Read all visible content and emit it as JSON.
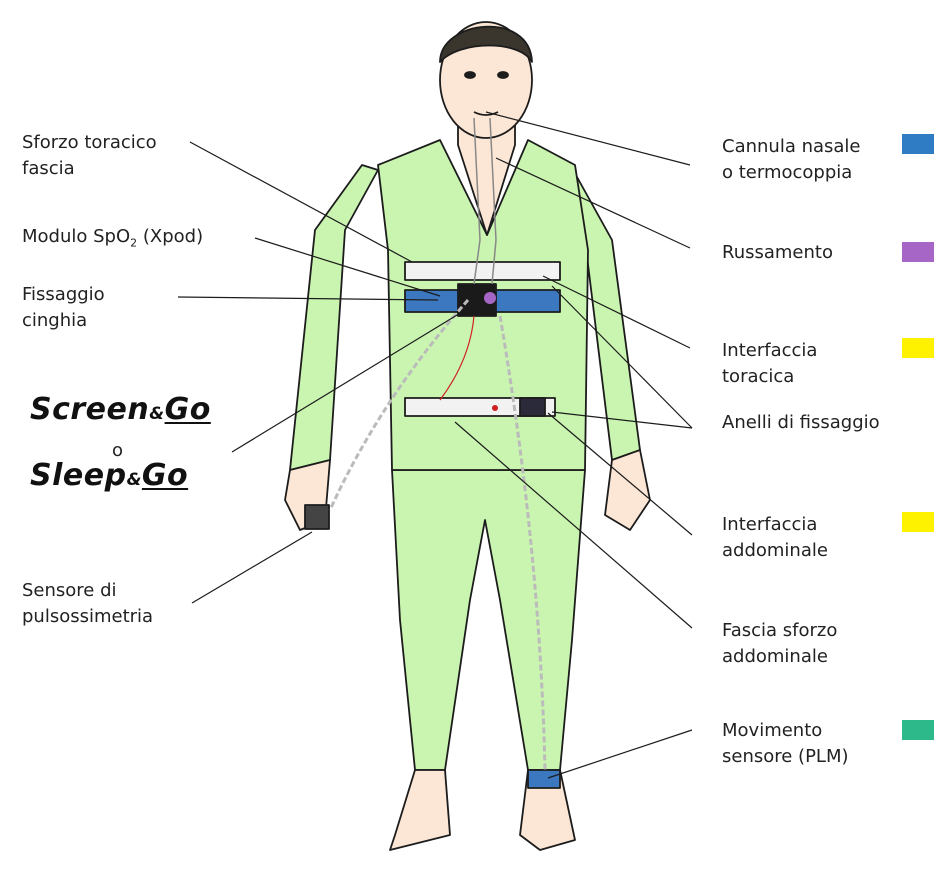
{
  "left_labels": {
    "sforzo_toracico": [
      "Sforzo toracico",
      "fascia"
    ],
    "modulo_spo2": {
      "prefix": "Modulo SpO",
      "sub": "2",
      "suffix": " (Xpod)"
    },
    "fissaggio_cinghia": [
      "Fissaggio",
      "cinghia"
    ],
    "sensore_pulsossimetria": [
      "Sensore di",
      "pulsossimetria"
    ]
  },
  "brand": {
    "screen_word": "Screen",
    "sleep_word": "Sleep",
    "amp": "&",
    "go": "Go",
    "or": "o"
  },
  "right_labels": {
    "cannula": [
      "Cannula nasale",
      "o termocoppia"
    ],
    "russamento": [
      "Russamento"
    ],
    "interfaccia_toracica": [
      "Interfaccia",
      "toracica"
    ],
    "anelli": [
      "Anelli di fissaggio"
    ],
    "interfaccia_addominale": [
      "Interfaccia",
      "addominale"
    ],
    "fascia_addominale": [
      "Fascia sforzo",
      "addominale"
    ],
    "movimento": [
      "Movimento",
      "sensore (PLM)"
    ]
  },
  "colors": {
    "cannula": "#2F7BC4",
    "russamento": "#A566C6",
    "interfaccia_toracica": "#FFF200",
    "interfaccia_addominale": "#FFF200",
    "movimento": "#2DB98A",
    "pajamas": "#C9F5B0",
    "pajamas_outline": "#1c1c1c",
    "skin": "#FCE6D5",
    "hair": "#3a352d",
    "belt": "#F2F2F2",
    "belt_blue": "#3B78C0"
  }
}
